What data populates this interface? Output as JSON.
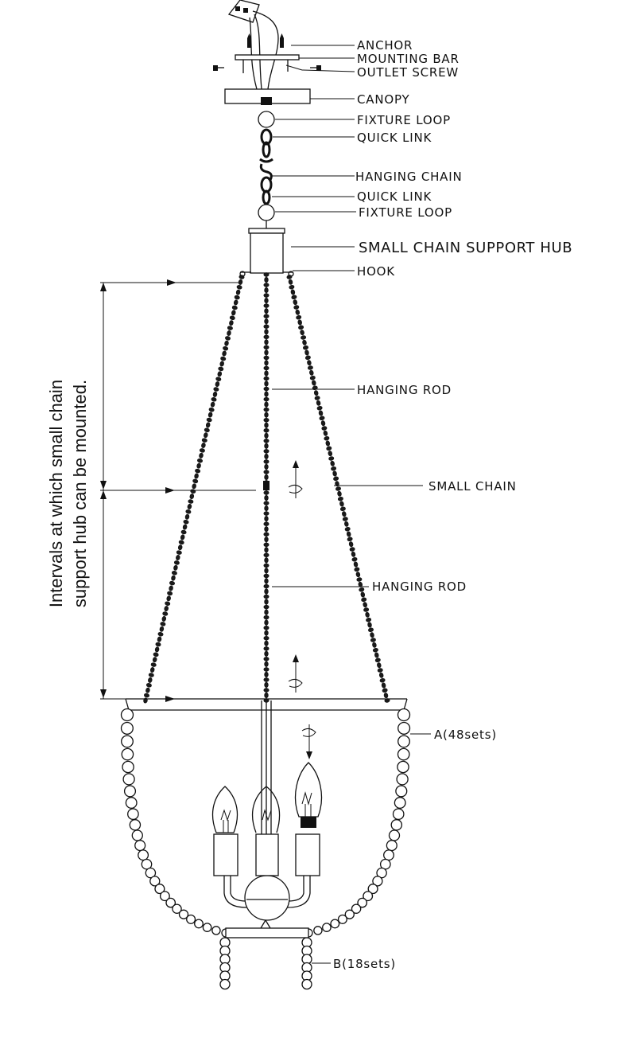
{
  "labels": {
    "anchor": "ANCHOR",
    "mounting_bar": "MOUNTING BAR",
    "outlet_screw": "OUTLET SCREW",
    "canopy": "CANOPY",
    "fixture_loop_top": "FIXTURE LOOP",
    "quick_link_top": "QUICK LINK",
    "hanging_chain": "HANGING CHAIN",
    "quick_link_bottom": "QUICK LINK",
    "fixture_loop_bottom": "FIXTURE LOOP",
    "small_chain_support_hub": "SMALL CHAIN SUPPORT HUB",
    "hook": "HOOK",
    "hanging_rod_upper": "HANGING ROD",
    "small_chain": "SMALL CHAIN",
    "hanging_rod_lower": "HANGING ROD",
    "bead_set_a": "A(48sets)",
    "bead_set_b": "B(18sets)"
  },
  "side_note": {
    "line1": "Intervals at which small chain",
    "line2": "support hub can be mounted."
  }
}
